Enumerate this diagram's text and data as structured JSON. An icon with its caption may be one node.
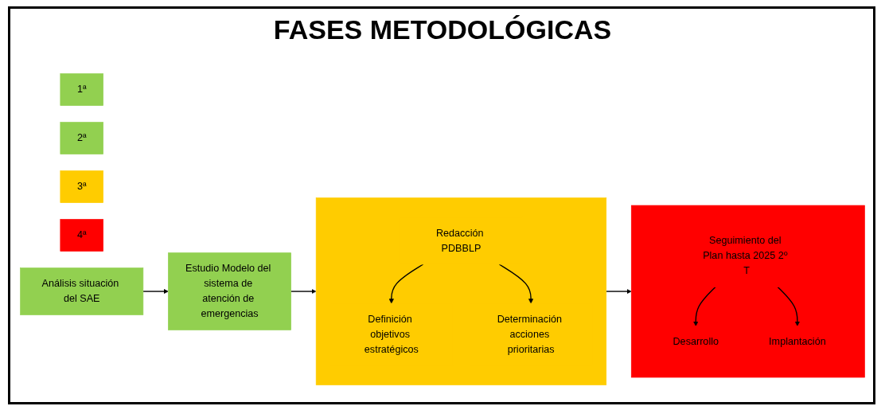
{
  "diagram": {
    "title": "FASES METODOLÓGICAS",
    "nodes": [
      {
        "text": [
          "1ª"
        ]
      },
      {
        "text": [
          "2ª"
        ]
      },
      {
        "text": [
          "3ª"
        ]
      },
      {
        "text": [
          "4ª"
        ]
      },
      {
        "text": [
          "Análisis situación del SAE"
        ]
      },
      {
        "text": [
          "Estudio Modelo del sistema de atención de emergencias"
        ]
      },
      {
        "text": [],
        "shape": "box"
      },
      {
        "text": [
          "Redacción PDBBLP"
        ],
        "in": 6
      },
      {
        "text": [
          "Definición objetivos estratégicos"
        ],
        "in": 6
      },
      {
        "text": [
          "Determinación acciones prioritarias"
        ],
        "in": 6
      },
      {
        "text": [],
        "shape": "box"
      },
      {
        "text": [
          "Seguimiento del Plan hasta 2025 2º T"
        ],
        "in": 10
      },
      {
        "text": [
          "Desarrollo"
        ],
        "in": 10
      },
      {
        "text": [
          "Implantación"
        ],
        "in": 10
      }
    ],
    "edges": [
      {
        "from": 4,
        "to": 5,
        "arrow": "to"
      },
      {
        "from": 5,
        "to": 6,
        "arrow": "to"
      },
      {
        "from": 7,
        "to": 8,
        "arrow": "to"
      },
      {
        "from": 7,
        "to": 9,
        "arrow": "to"
      },
      {
        "from": 6,
        "to": 10,
        "arrow": "to"
      },
      {
        "from": 11,
        "to": 12,
        "arrow": "to"
      },
      {
        "from": 11,
        "to": 13,
        "arrow": "to"
      }
    ]
  }
}
